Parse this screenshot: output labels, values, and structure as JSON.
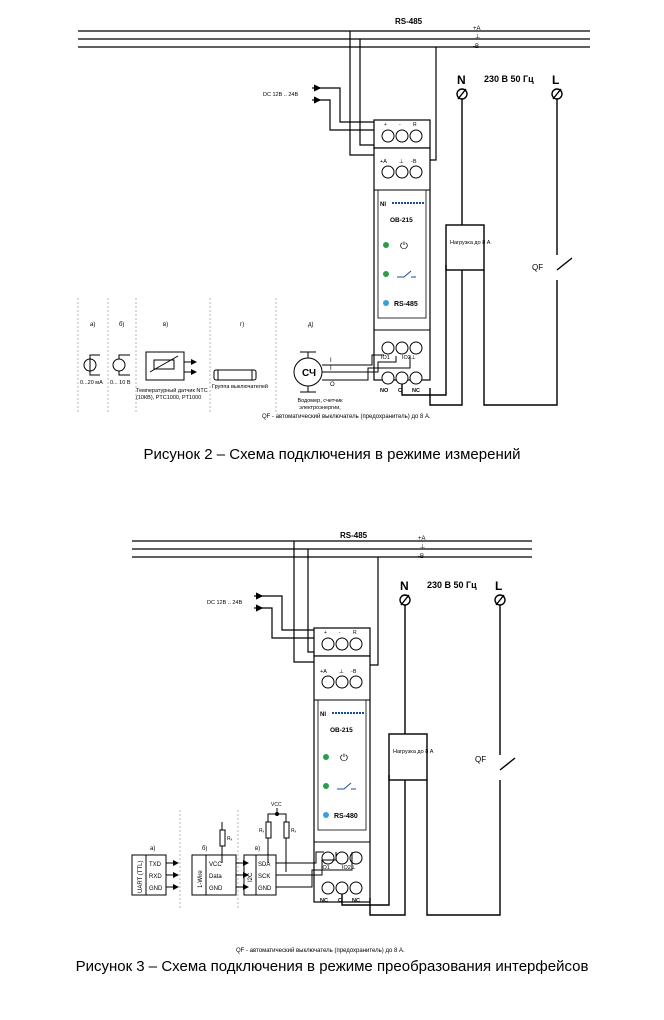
{
  "fig2": {
    "bus_label": "RS-485",
    "bus_lines": [
      "+A",
      "⊥",
      "-B"
    ],
    "dc_label": "DC 12В .. 24В",
    "mains": {
      "n": "N",
      "l": "L",
      "voltage": "230 В 50 Гц"
    },
    "top_terminals": [
      "+",
      "-",
      "R"
    ],
    "bus_terminals": [
      "+A",
      "⊥",
      "-B"
    ],
    "device": {
      "model": "ОВ-215",
      "rs_label": "RS-485"
    },
    "io_terminals": [
      "IO1",
      "IO2⊥"
    ],
    "relay_terminals": [
      "NO",
      "C",
      "NC"
    ],
    "load_label": "Нагрузка до 8 А",
    "qf": "QF",
    "sensor_labels": [
      "а)",
      "б)",
      "в)",
      "г)",
      "д)"
    ],
    "sensor_a_text": "0...20 мА",
    "sensor_b_text": "0... 10 В",
    "sensor_v_text": "Температурный датчик NTC (10КВ), PTC1000, PT1000",
    "sensor_g_text": "Группа выключателей",
    "sensor_d_symbol": "СЧ",
    "sensor_d_text": "Водомер, счетчик электроэнергии,",
    "sensor_d_io": [
      "I",
      "I",
      "O"
    ],
    "qf_note": "QF - автоматический выключатель (предохранитель) до 8 А.",
    "caption": "Рисунок 2 – Схема подключения в режиме измерений"
  },
  "fig3": {
    "bus_label": "RS-485",
    "bus_lines": [
      "+A",
      "⊥",
      "-B"
    ],
    "dc_label": "DC 12В .. 24В",
    "mains": {
      "n": "N",
      "l": "L",
      "voltage": "230 В 50 Гц"
    },
    "top_terminals": [
      "+",
      "-",
      "R"
    ],
    "bus_terminals": [
      "+A",
      "⊥",
      "-B"
    ],
    "device": {
      "model": "ОВ-215",
      "rs_label": "RS-480"
    },
    "io_terminals": [
      "IO1",
      "IO2⊥"
    ],
    "relay_terminals": [
      "NC",
      "C",
      "NC"
    ],
    "load_label": "Нагрузка до 8 А",
    "qf": "QF",
    "iface_labels": [
      "а)",
      "б)",
      "в)"
    ],
    "uart": {
      "title": "UART (TTL)",
      "pins": [
        "TXD",
        "RXD",
        "GND"
      ]
    },
    "onewire": {
      "title": "1-Wire",
      "pins": [
        "VCC",
        "Data",
        "GND"
      ],
      "resistor": "Rₓ"
    },
    "i2c": {
      "title": "I2C",
      "pins": [
        "SDA",
        "SCK",
        "GND"
      ],
      "resistor1": "Rₓ",
      "resistor2": "Rₓ"
    },
    "qf_note": "QF - автоматический выключатель (предохранитель) до 8 А.",
    "caption": "Рисунок 3 – Схема подключения в режиме преобразования интерфейсов"
  }
}
